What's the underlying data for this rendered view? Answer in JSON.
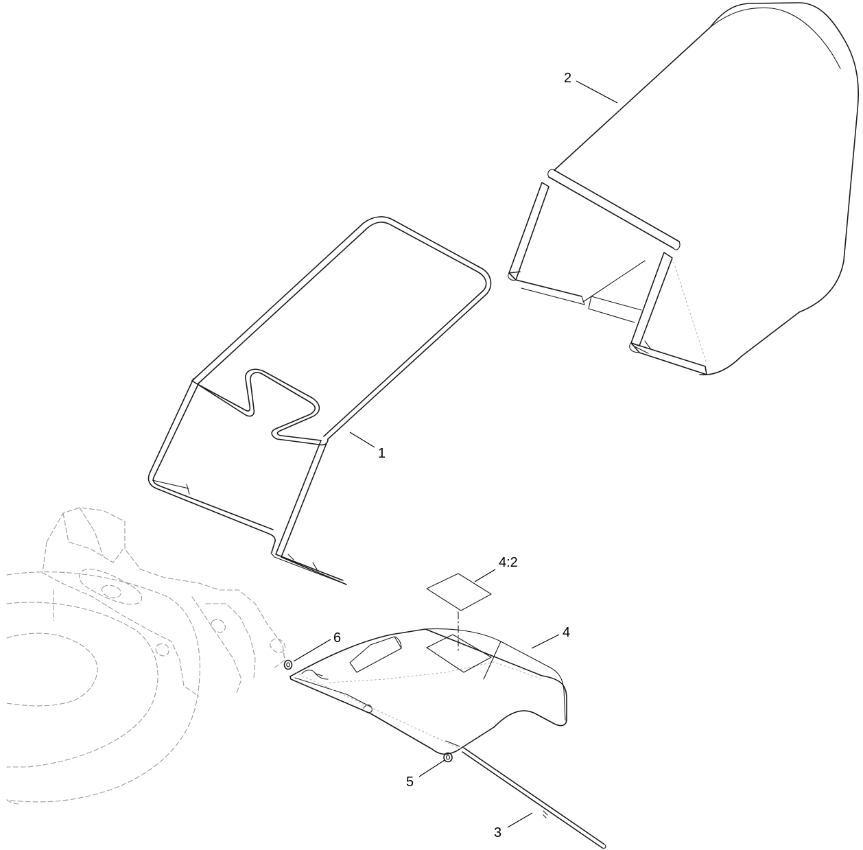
{
  "callouts": {
    "frame": "1",
    "bag": "2",
    "rod": "3",
    "deflector": "4",
    "decal": "4:2",
    "washer_rod": "5",
    "washer_mount": "6"
  },
  "colors": {
    "line": "#1a1a1a",
    "phantom": "#9a9a9a",
    "background": "#ffffff"
  }
}
